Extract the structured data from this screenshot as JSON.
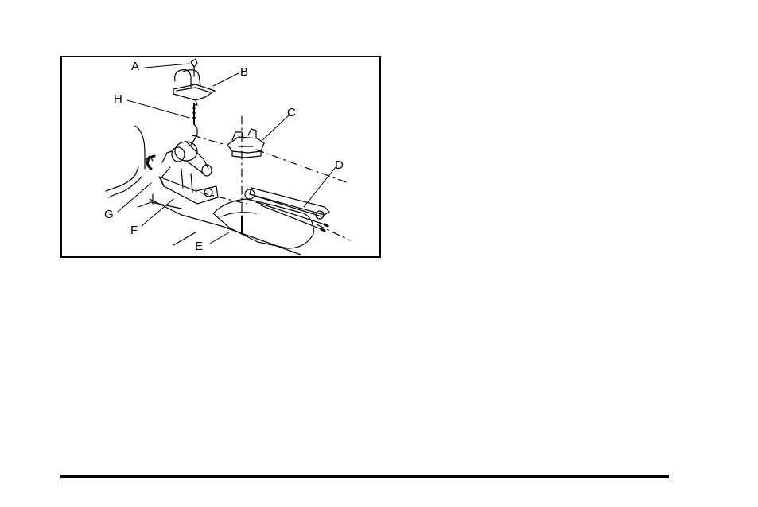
{
  "figure": {
    "callouts": {
      "a": "A",
      "b": "B",
      "c": "C",
      "d": "D",
      "e": "E",
      "f": "F",
      "g": "G",
      "h": "H"
    }
  },
  "colors": {
    "ink": "#000000",
    "paper": "#ffffff"
  }
}
